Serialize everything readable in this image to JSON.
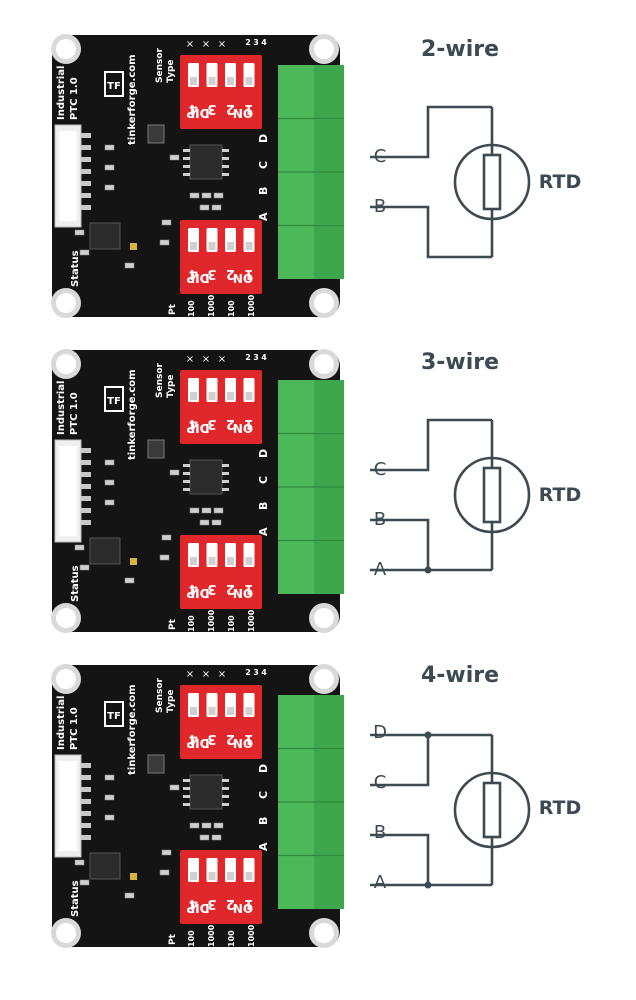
{
  "board": {
    "brand_text": "tinkerforge.com",
    "product_text": "Industrial\nPTC 1.0",
    "logo_text": "TF",
    "status_label": "Status",
    "sensor_type_label": "Sensor\nType",
    "pt_label": "Pt",
    "dip_label": "DIP",
    "on_label": "ON",
    "switch_numbers": [
      "4",
      "3",
      "2",
      "1"
    ],
    "header_numbers": [
      "2",
      "3",
      "4"
    ],
    "pin_labels": [
      "D",
      "C",
      "B",
      "A"
    ],
    "pt_values": [
      "100",
      "1000",
      "100",
      "1000"
    ],
    "colors": {
      "pcb": "#141414",
      "dip": "#e0272b",
      "terminal": "#4cb85a",
      "silk": "#ffffff"
    }
  },
  "diagrams": [
    {
      "title": "2-wire",
      "rtd_label": "RTD",
      "terminals": [
        "C",
        "B"
      ]
    },
    {
      "title": "3-wire",
      "rtd_label": "RTD",
      "terminals": [
        "C",
        "B",
        "A"
      ]
    },
    {
      "title": "4-wire",
      "rtd_label": "RTD",
      "terminals": [
        "D",
        "C",
        "B",
        "A"
      ]
    }
  ]
}
